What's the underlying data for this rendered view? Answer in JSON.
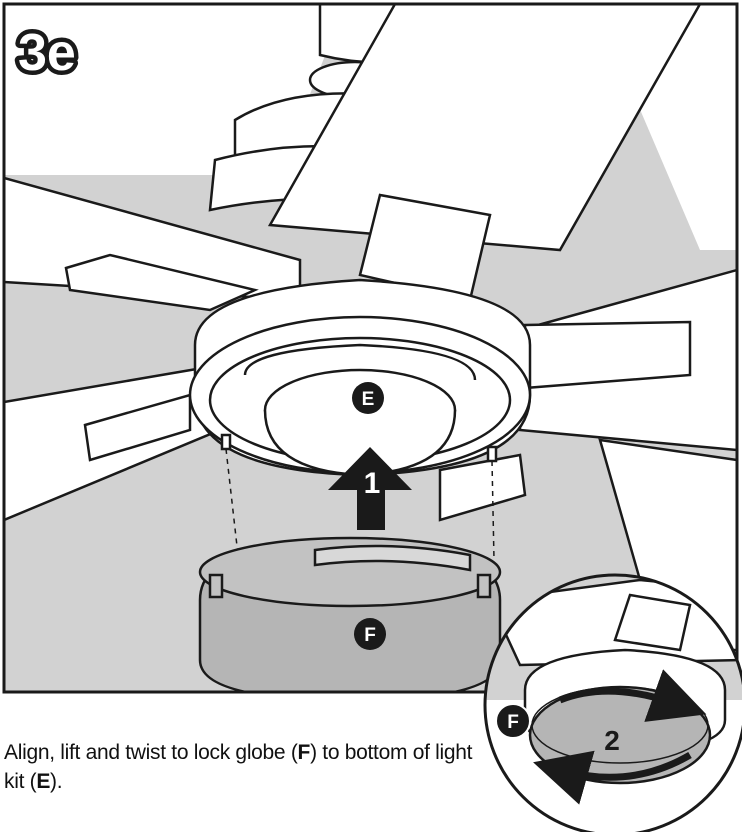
{
  "step": {
    "label": "3e"
  },
  "callouts": {
    "light_kit": "E",
    "globe": "F",
    "inset_globe": "F"
  },
  "steps": {
    "lift": "1",
    "twist": "2"
  },
  "caption": {
    "text_1": "Align, lift and twist to lock globe (",
    "globe_ref": "F",
    "text_2": ") to bottom of light kit (",
    "kit_ref": "E",
    "text_3": ")."
  },
  "colors": {
    "background": "#d2d2d2",
    "line": "#1a1a1a",
    "part_fill": "#ffffff",
    "globe_fill": "#b5b5b5",
    "callout_fill": "#1a1a1a"
  }
}
